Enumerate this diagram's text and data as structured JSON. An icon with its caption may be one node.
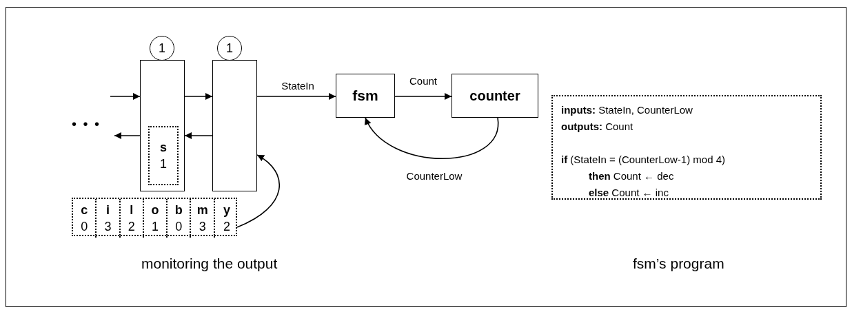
{
  "diagram": {
    "nodes": [
      {
        "text": [
          "1"
        ]
      },
      {
        "text": [
          "1"
        ]
      },
      {
        "text": [],
        "shape": "box"
      },
      {
        "text": [
          "s",
          "1"
        ],
        "in": 2
      },
      {
        "text": [],
        "shape": "box"
      },
      {
        "text": [
          "fsm"
        ]
      },
      {
        "text": [
          "counter"
        ]
      },
      {
        "text": [],
        "shape": "box"
      },
      {
        "text": [
          "c",
          "0"
        ],
        "in": 7
      },
      {
        "text": [
          "i",
          "3"
        ],
        "in": 7
      },
      {
        "text": [
          "l",
          "2"
        ],
        "in": 7
      },
      {
        "text": [
          "o",
          "1"
        ],
        "in": 7
      },
      {
        "text": [
          "b",
          "0"
        ],
        "in": 7
      },
      {
        "text": [
          "m",
          "3"
        ],
        "in": 7
      },
      {
        "text": [
          "y",
          "2"
        ],
        "in": 7
      },
      {
        "text": [
          "**inputs:** StateIn, CounterLow",
          "**outputs:** Count",
          "**if** (StateIn = (CounterLow-1) mod 4)",
          "**then** Count ← dec",
          "**else** Count ← inc"
        ]
      }
    ],
    "edges": [
      {
        "from": null,
        "to": 2,
        "arrow": "to"
      },
      {
        "from": 2,
        "to": 4,
        "arrow": "to"
      },
      {
        "from": 4,
        "to": 5,
        "arrow": "to",
        "label": "StateIn"
      },
      {
        "from": 5,
        "to": 6,
        "arrow": "to",
        "label": "Count"
      },
      {
        "from": 6,
        "to": 5,
        "arrow": "to",
        "label": "CounterLow"
      },
      {
        "from": 4,
        "to": 2,
        "arrow": "to"
      },
      {
        "from": 2,
        "to": null,
        "arrow": "to"
      },
      {
        "from": 14,
        "to": 4,
        "arrow": "to"
      }
    ],
    "labels": [
      "• • •",
      "monitoring the output",
      "fsm’s program"
    ]
  }
}
